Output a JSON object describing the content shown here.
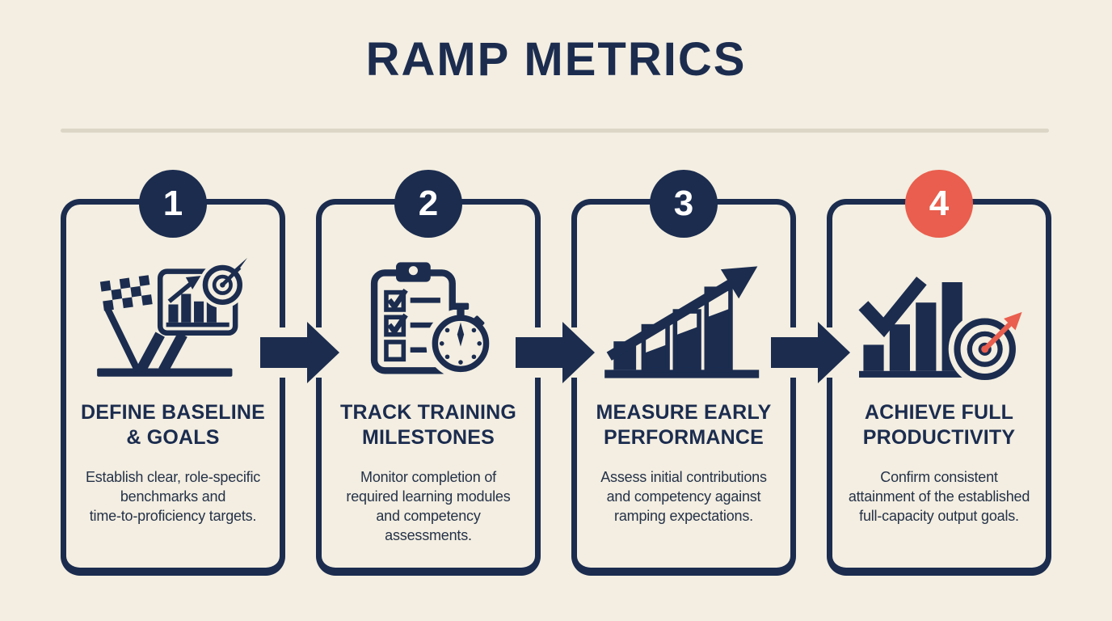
{
  "palette": {
    "bg": "#F3EEE1",
    "navy": "#1B2C4F",
    "coral": "#E95E4E",
    "divider": "#DBD6C6",
    "desc": "#253249",
    "badge-text": "#FFFFFF"
  },
  "header": {
    "title": "RAMP METRICS"
  },
  "steps": [
    {
      "number": "1",
      "badge_color": "#1B2C4F",
      "icon": "flag-chart-target-icon",
      "title_lines": [
        "DEFINE BASELINE",
        "& GOALS"
      ],
      "desc_lines": [
        "Establish clear, role-specific",
        "benchmarks and",
        "time-to-proficiency targets."
      ]
    },
    {
      "number": "2",
      "badge_color": "#1B2C4F",
      "icon": "clipboard-stopwatch-icon",
      "title_lines": [
        "TRACK TRAINING",
        "MILESTONES"
      ],
      "desc_lines": [
        "Monitor completion of",
        "required learning modules",
        "and competency",
        "assessments."
      ]
    },
    {
      "number": "3",
      "badge_color": "#1B2C4F",
      "icon": "growth-bars-arrow-icon",
      "title_lines": [
        "MEASURE EARLY",
        "PERFORMANCE"
      ],
      "desc_lines": [
        "Assess initial contributions",
        "and competency against",
        "ramping expectations."
      ]
    },
    {
      "number": "4",
      "badge_color": "#E95E4E",
      "icon": "check-bars-target-icon",
      "title_lines": [
        "ACHIEVE FULL",
        "PRODUCTIVITY"
      ],
      "desc_lines": [
        "Confirm consistent",
        "attainment of the established",
        "full-capacity output goals."
      ]
    }
  ]
}
